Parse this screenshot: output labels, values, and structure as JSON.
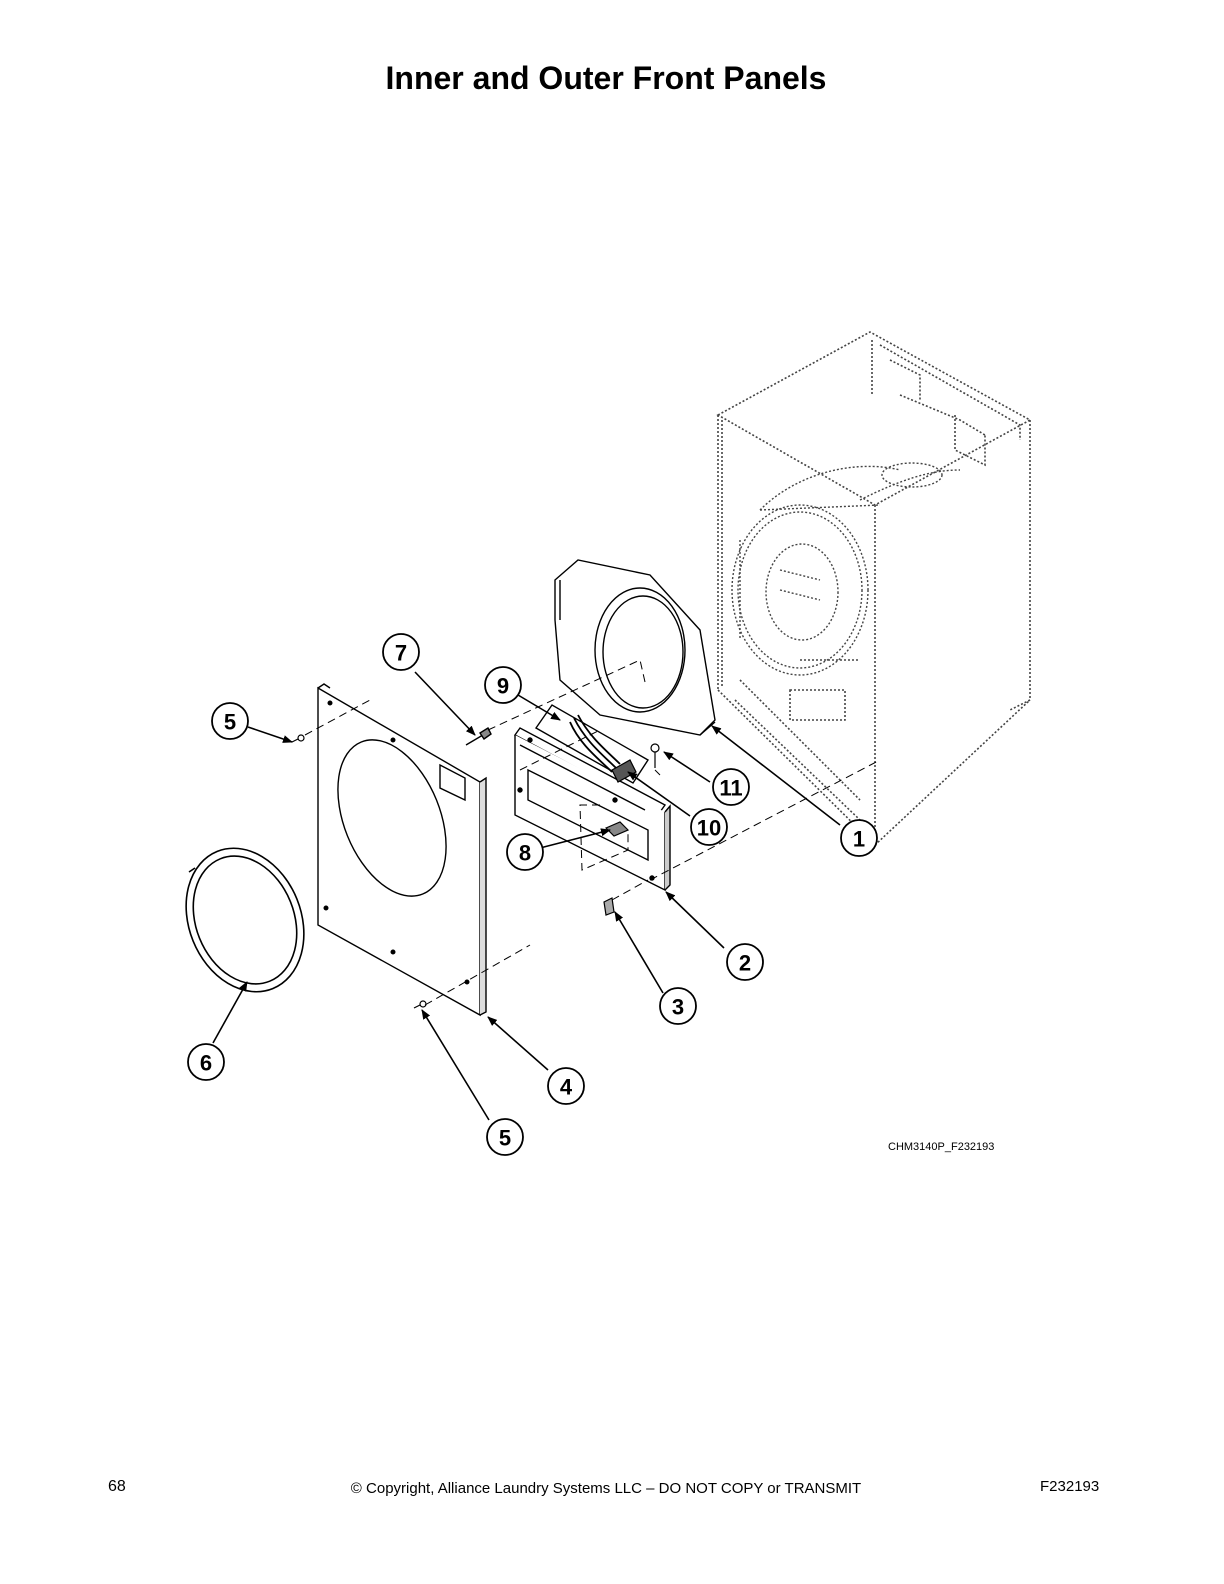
{
  "page": {
    "title": "Inner and Outer Front Panels",
    "figure_code": "CHM3140P_F232193",
    "page_number": "68",
    "copyright": "© Copyright, Alliance Laundry Systems LLC – DO NOT COPY or TRANSMIT",
    "document_number": "F232193"
  },
  "callouts": [
    {
      "id": "c1",
      "label": "1"
    },
    {
      "id": "c2",
      "label": "2"
    },
    {
      "id": "c3",
      "label": "3"
    },
    {
      "id": "c4",
      "label": "4"
    },
    {
      "id": "c5a",
      "label": "5"
    },
    {
      "id": "c5b",
      "label": "5"
    },
    {
      "id": "c6",
      "label": "6"
    },
    {
      "id": "c7",
      "label": "7"
    },
    {
      "id": "c8",
      "label": "8"
    },
    {
      "id": "c9",
      "label": "9"
    },
    {
      "id": "c10",
      "label": "10"
    },
    {
      "id": "c11",
      "label": "11"
    }
  ]
}
